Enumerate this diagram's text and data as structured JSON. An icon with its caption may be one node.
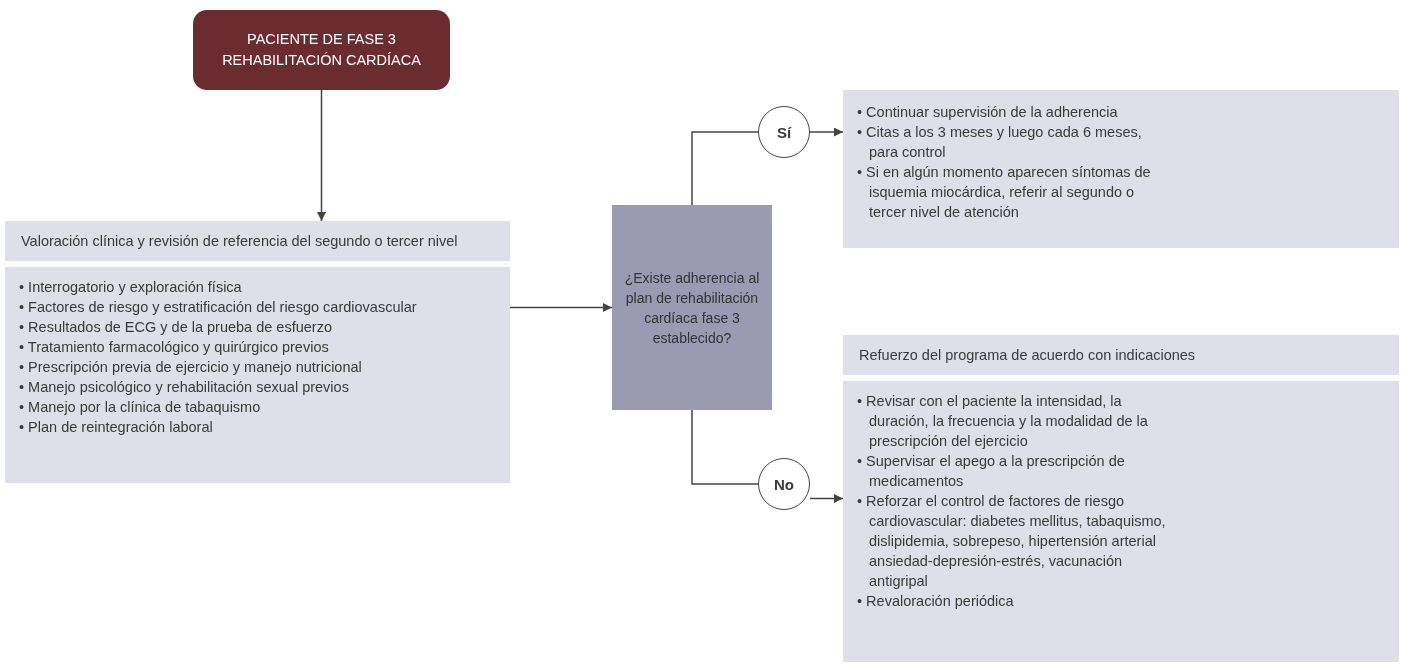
{
  "diagram": {
    "nodes": [
      {
        "text": [
          "PACIENTE DE FASE 3 REHABILITACIÓN CARDÍACA"
        ]
      },
      {
        "text": [
          "Valoración clínica y revisión de referencia del segundo o tercer nivel",
          "• Interrogatorio y exploración física",
          "• Factores de riesgo y estratificación del riesgo cardiovascular",
          "• Resultados de ECG y de la prueba de esfuerzo",
          "• Tratamiento farmacológico y quirúrgico previos",
          "• Prescripción previa de ejercicio y manejo nutricional",
          "• Manejo psicológico y rehabilitación sexual previos",
          "• Manejo por la clínica de tabaquismo",
          "• Plan de reintegración laboral"
        ]
      },
      {
        "text": [
          "¿Existe adherencia al plan de rehabilitación cardíaca fase 3 establecido?"
        ]
      },
      {
        "text": [
          "Sí"
        ]
      },
      {
        "text": [
          "No"
        ]
      },
      {
        "text": [
          "• Continuar supervisión de la adherencia",
          "• Citas a los 3 meses y luego cada 6 meses, para control",
          "• Si en algún momento aparecen síntomas de isquemia miocárdica, referir al segundo o tercer nivel de atención"
        ]
      },
      {
        "text": [
          "Refuerzo del programa de acuerdo con indicaciones",
          "• Revisar con el paciente la intensidad, la duración, la frecuencia y la modalidad de la prescripción del ejercicio",
          "• Supervisar el apego a la prescripción de medicamentos",
          "• Reforzar el control de factores de riesgo cardiovascular: diabetes mellitus, tabaquismo, dislipidemia, sobrepeso, hipertensión arterial ansiedad-depresión-estrés, vacunación antigripal",
          "• Revaloración periódica"
        ]
      }
    ],
    "edges": [
      {
        "from": 0,
        "to": 1,
        "arrow": "to"
      },
      {
        "from": 1,
        "to": 2,
        "arrow": "to"
      },
      {
        "from": 2,
        "to": 3,
        "arrow": "none"
      },
      {
        "from": 3,
        "to": 5,
        "arrow": "to"
      },
      {
        "from": 2,
        "to": 4,
        "arrow": "none"
      },
      {
        "from": 4,
        "to": 6,
        "arrow": "to"
      }
    ]
  }
}
